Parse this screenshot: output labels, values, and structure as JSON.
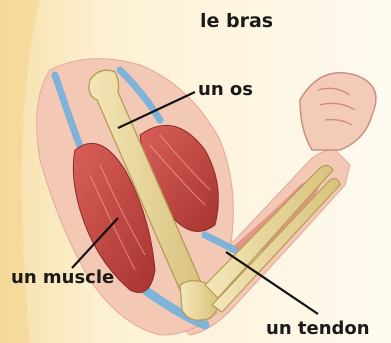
{
  "diagram": {
    "title": "le bras",
    "labels": {
      "bone": "un os",
      "muscle": "un muscle",
      "tendon": "un tendon"
    }
  },
  "colors": {
    "background": "#fdf0d2",
    "skin": "#f3c9b6",
    "muscle": "#c8453f",
    "bone": "#e9d79c",
    "tendon": "#7fb3d8"
  }
}
